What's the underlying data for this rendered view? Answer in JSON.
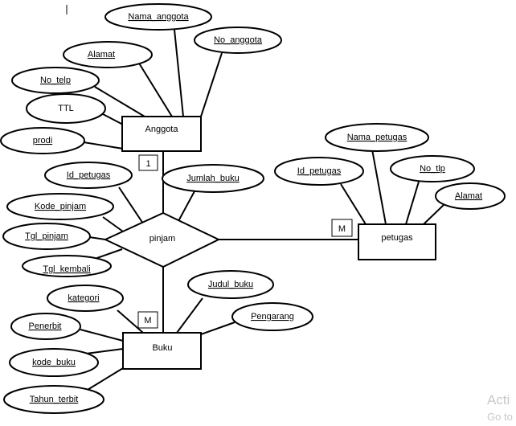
{
  "entities": {
    "anggota": "Anggota",
    "petugas": "petugas",
    "buku": "Buku"
  },
  "relationship": "pinjam",
  "cardinality": {
    "anggota": "1",
    "petugas": "M",
    "buku": "M"
  },
  "attributes": {
    "anggota": [
      "Nama_anggota",
      "No_anggota",
      "Alamat",
      "No_telp",
      "TTL",
      "prodi"
    ],
    "pinjam": [
      "Id_petugas",
      "Jumlah_buku",
      "Kode_pinjam",
      "Tgl_pinjam",
      "Tgl_kembali"
    ],
    "petugas": [
      "Nama_petugas",
      "Id_petugas",
      "No_tlp",
      "Alamat"
    ],
    "buku": [
      "kategori",
      "Judul_buku",
      "Penerbit",
      "Pengarang",
      "kode_buku",
      "Tahun_terbit"
    ]
  },
  "watermark": [
    "Acti",
    "Go to"
  ]
}
